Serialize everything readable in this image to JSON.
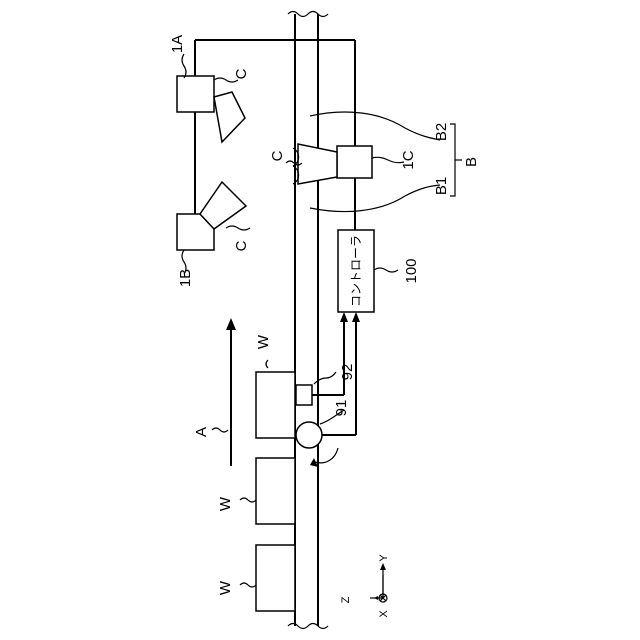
{
  "labels": {
    "unit_1A": "1A",
    "unit_1B": "1B",
    "unit_1C": "1C",
    "camera_top": "C",
    "camera_mid": "C",
    "camera_bottom": "C",
    "bracket_B": "B",
    "bracket_B1": "B1",
    "bracket_B2": "B2",
    "controller_ref": "100",
    "controller_text": "コントローラ",
    "sensor_92": "92",
    "sensor_91": "91",
    "workpiece_1": "W",
    "workpiece_2": "W",
    "workpiece_3": "W",
    "direction_A": "A",
    "axis_z": "Z",
    "axis_y": "Y",
    "axis_x": "X"
  }
}
